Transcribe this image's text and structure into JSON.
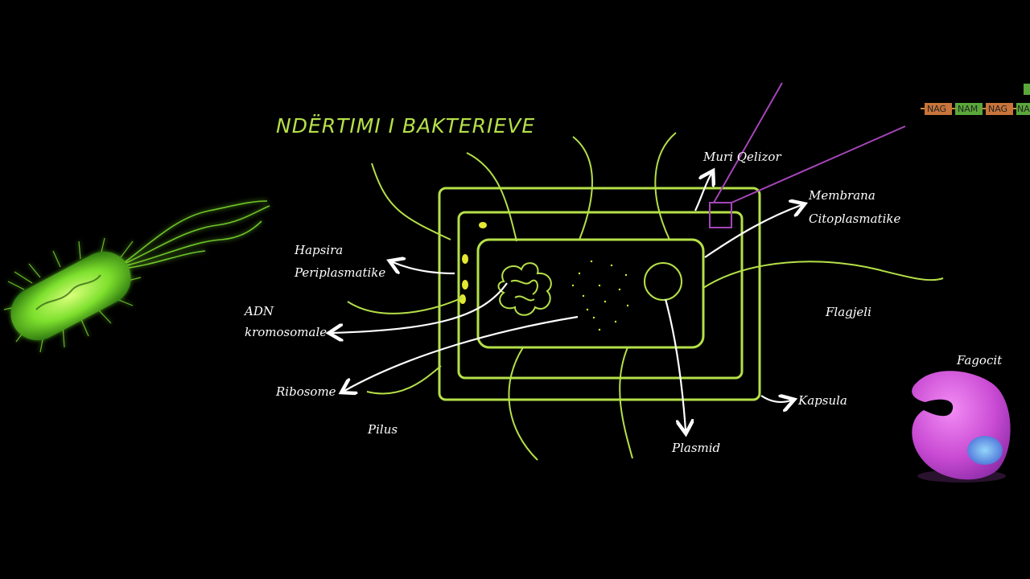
{
  "title": "NDËRTIMI I  BAKTERIEVE",
  "labels": {
    "muri_qelizor": "Muri Qelizor",
    "membrana_1": "Membrana",
    "membrana_2": "Citoplasmatike",
    "hapsira_1": "Hapsira",
    "hapsira_2": "Periplasmatike",
    "adn_1": "ADN",
    "adn_2": "kromosomale",
    "ribosome": "Ribosome",
    "pilus": "Pilus",
    "plasmid": "Plasmid",
    "kapsula": "Kapsula",
    "flagjeli": "Flagjeli",
    "fagocit": "Fagocit"
  },
  "peptidoglycan": [
    "NAG",
    "NAM",
    "NAG",
    "NA"
  ],
  "colors": {
    "background": "#000000",
    "cell_outline": "#b5e048",
    "title": "#b5e048",
    "label": "#ffffff",
    "wall_highlight": "#a545b8",
    "nag": "#c8743a",
    "nam": "#5aa83a",
    "fagocit": "#d25ad8",
    "bacterium": "#8ef03a"
  }
}
